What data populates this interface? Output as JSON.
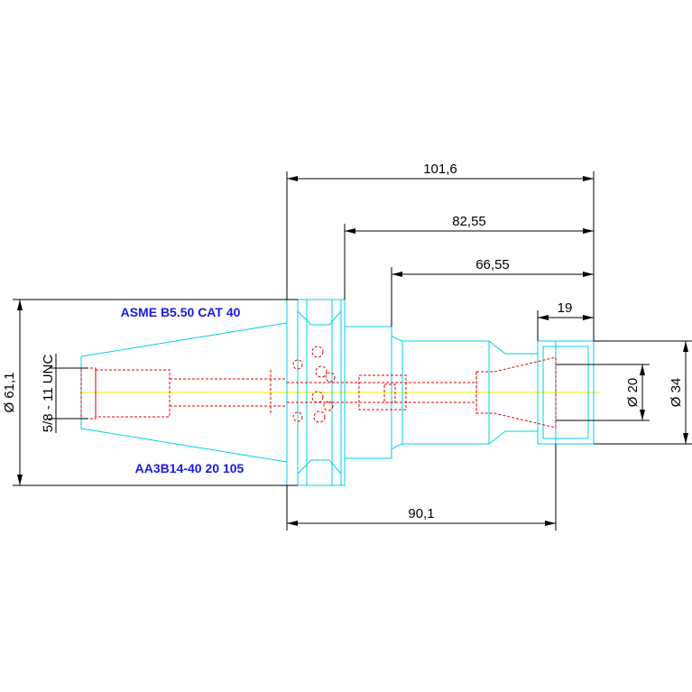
{
  "dimensions": {
    "overall_length": "101,6",
    "length_2": "82,55",
    "length_3": "66,55",
    "nut_length": "19",
    "lower_length": "90,1",
    "flange_diameter": "Ø  61,1",
    "bore_diameter": "Ø  20",
    "nut_diameter": "Ø  34",
    "thread": "5/8 - 11 UNC"
  },
  "labels": {
    "standard": "ASME B5.50 CAT 40",
    "part_number": "AA3B14-40 20 105"
  },
  "colors": {
    "outline": "#00d0e6",
    "hidden": "#e60000",
    "centerline": "#f0f000",
    "label": "#1a1ae6",
    "dimension": "#000000"
  }
}
